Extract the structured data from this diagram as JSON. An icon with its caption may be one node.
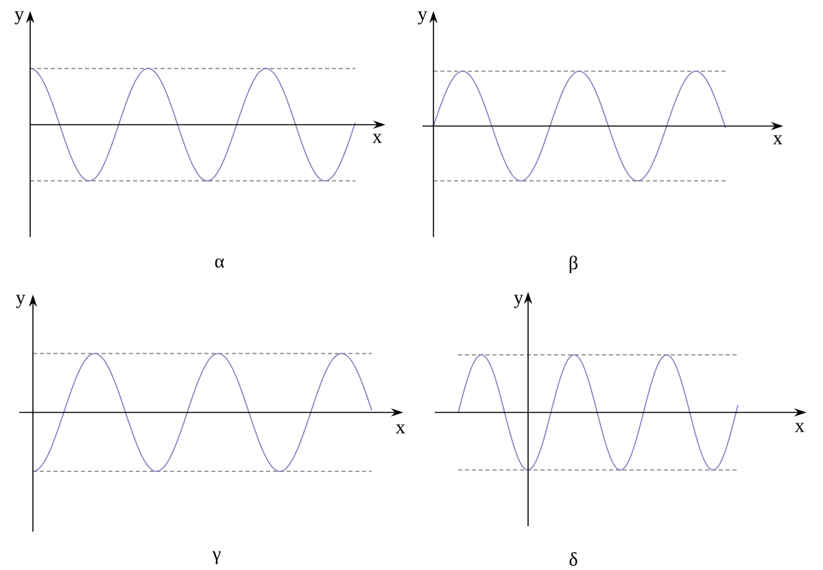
{
  "diagram": {
    "labels": [
      "y",
      "x",
      "α",
      "y",
      "x",
      "β",
      "y",
      "x",
      "γ",
      "y",
      "x",
      "δ"
    ]
  }
}
